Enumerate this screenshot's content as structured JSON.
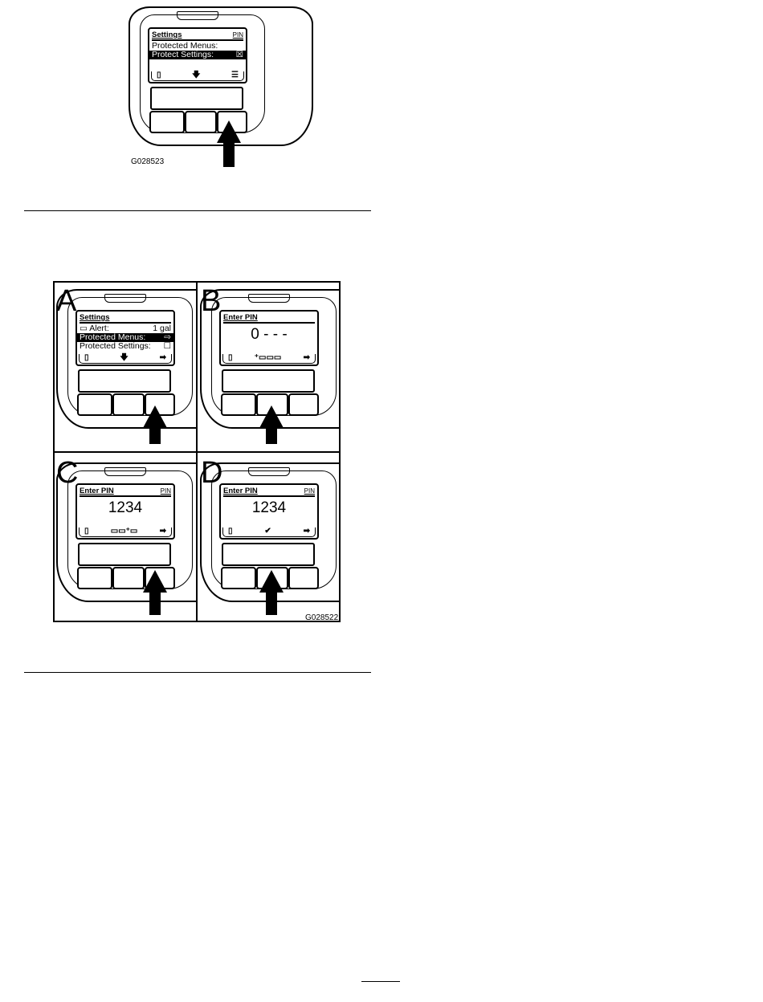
{
  "figures": [
    {
      "label": "G028523"
    },
    {
      "label": "G028522"
    }
  ],
  "devices": [
    {
      "panel": "",
      "title": "Settings",
      "pin": "PIN",
      "lines": [
        {
          "text": "Protected Menus:",
          "value": "",
          "hl": false
        },
        {
          "text": "Protect Settings:",
          "value": "☒",
          "hl": true
        }
      ],
      "footer": [
        "▯",
        "🡇",
        "☰"
      ]
    },
    {
      "panel": "A",
      "title": "Settings",
      "pin": "",
      "lines": [
        {
          "text": "▭ Alert:",
          "value": "1 gal",
          "hl": false
        },
        {
          "text": "Protected Menus:",
          "value": "⇨",
          "hl": true
        },
        {
          "text": "Protected Settings:",
          "value": "☐",
          "hl": false
        }
      ],
      "footer": [
        "▯",
        "🡇",
        "➡"
      ]
    },
    {
      "panel": "B",
      "title": "Enter PIN",
      "pin": "",
      "big": "0 - - -",
      "footer": [
        "▯",
        "⁺▭▭▭",
        "➡"
      ]
    },
    {
      "panel": "C",
      "title": "Enter PIN",
      "pin": "PIN",
      "big": "1234",
      "footer": [
        "▯",
        "▭▭⁺▭",
        "➡"
      ]
    },
    {
      "panel": "D",
      "title": "Enter PIN",
      "pin": "PIN",
      "big": "1234",
      "footer": [
        "▯",
        "✔",
        "➡"
      ]
    }
  ]
}
